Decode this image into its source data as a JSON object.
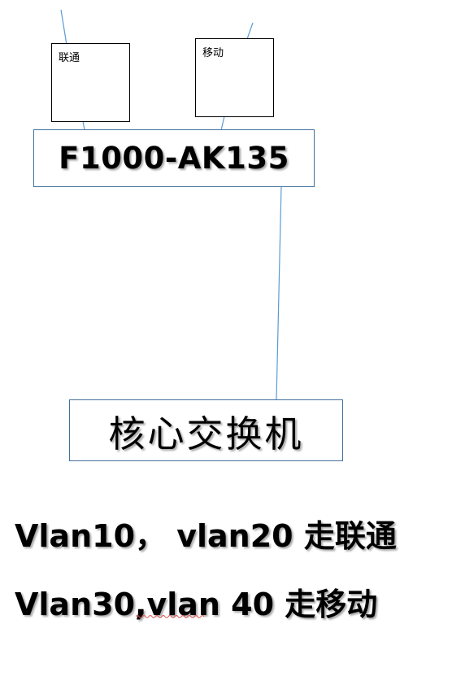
{
  "diagram": {
    "isp_boxes": [
      {
        "id": "unicom",
        "label": "联通"
      },
      {
        "id": "mobile",
        "label": "移动"
      }
    ],
    "firewall": {
      "label": "F1000-AK135"
    },
    "core_switch": {
      "label": "核心交换机"
    },
    "notes": [
      {
        "text": "Vlan10，  vlan20 走联通"
      },
      {
        "text": "Vlan30,vlan 40 走移动"
      }
    ]
  },
  "colors": {
    "line": "#5b9bd5",
    "box_border": "#41719c",
    "text": "#000000",
    "spellcheck_underline": "#d9534f"
  }
}
